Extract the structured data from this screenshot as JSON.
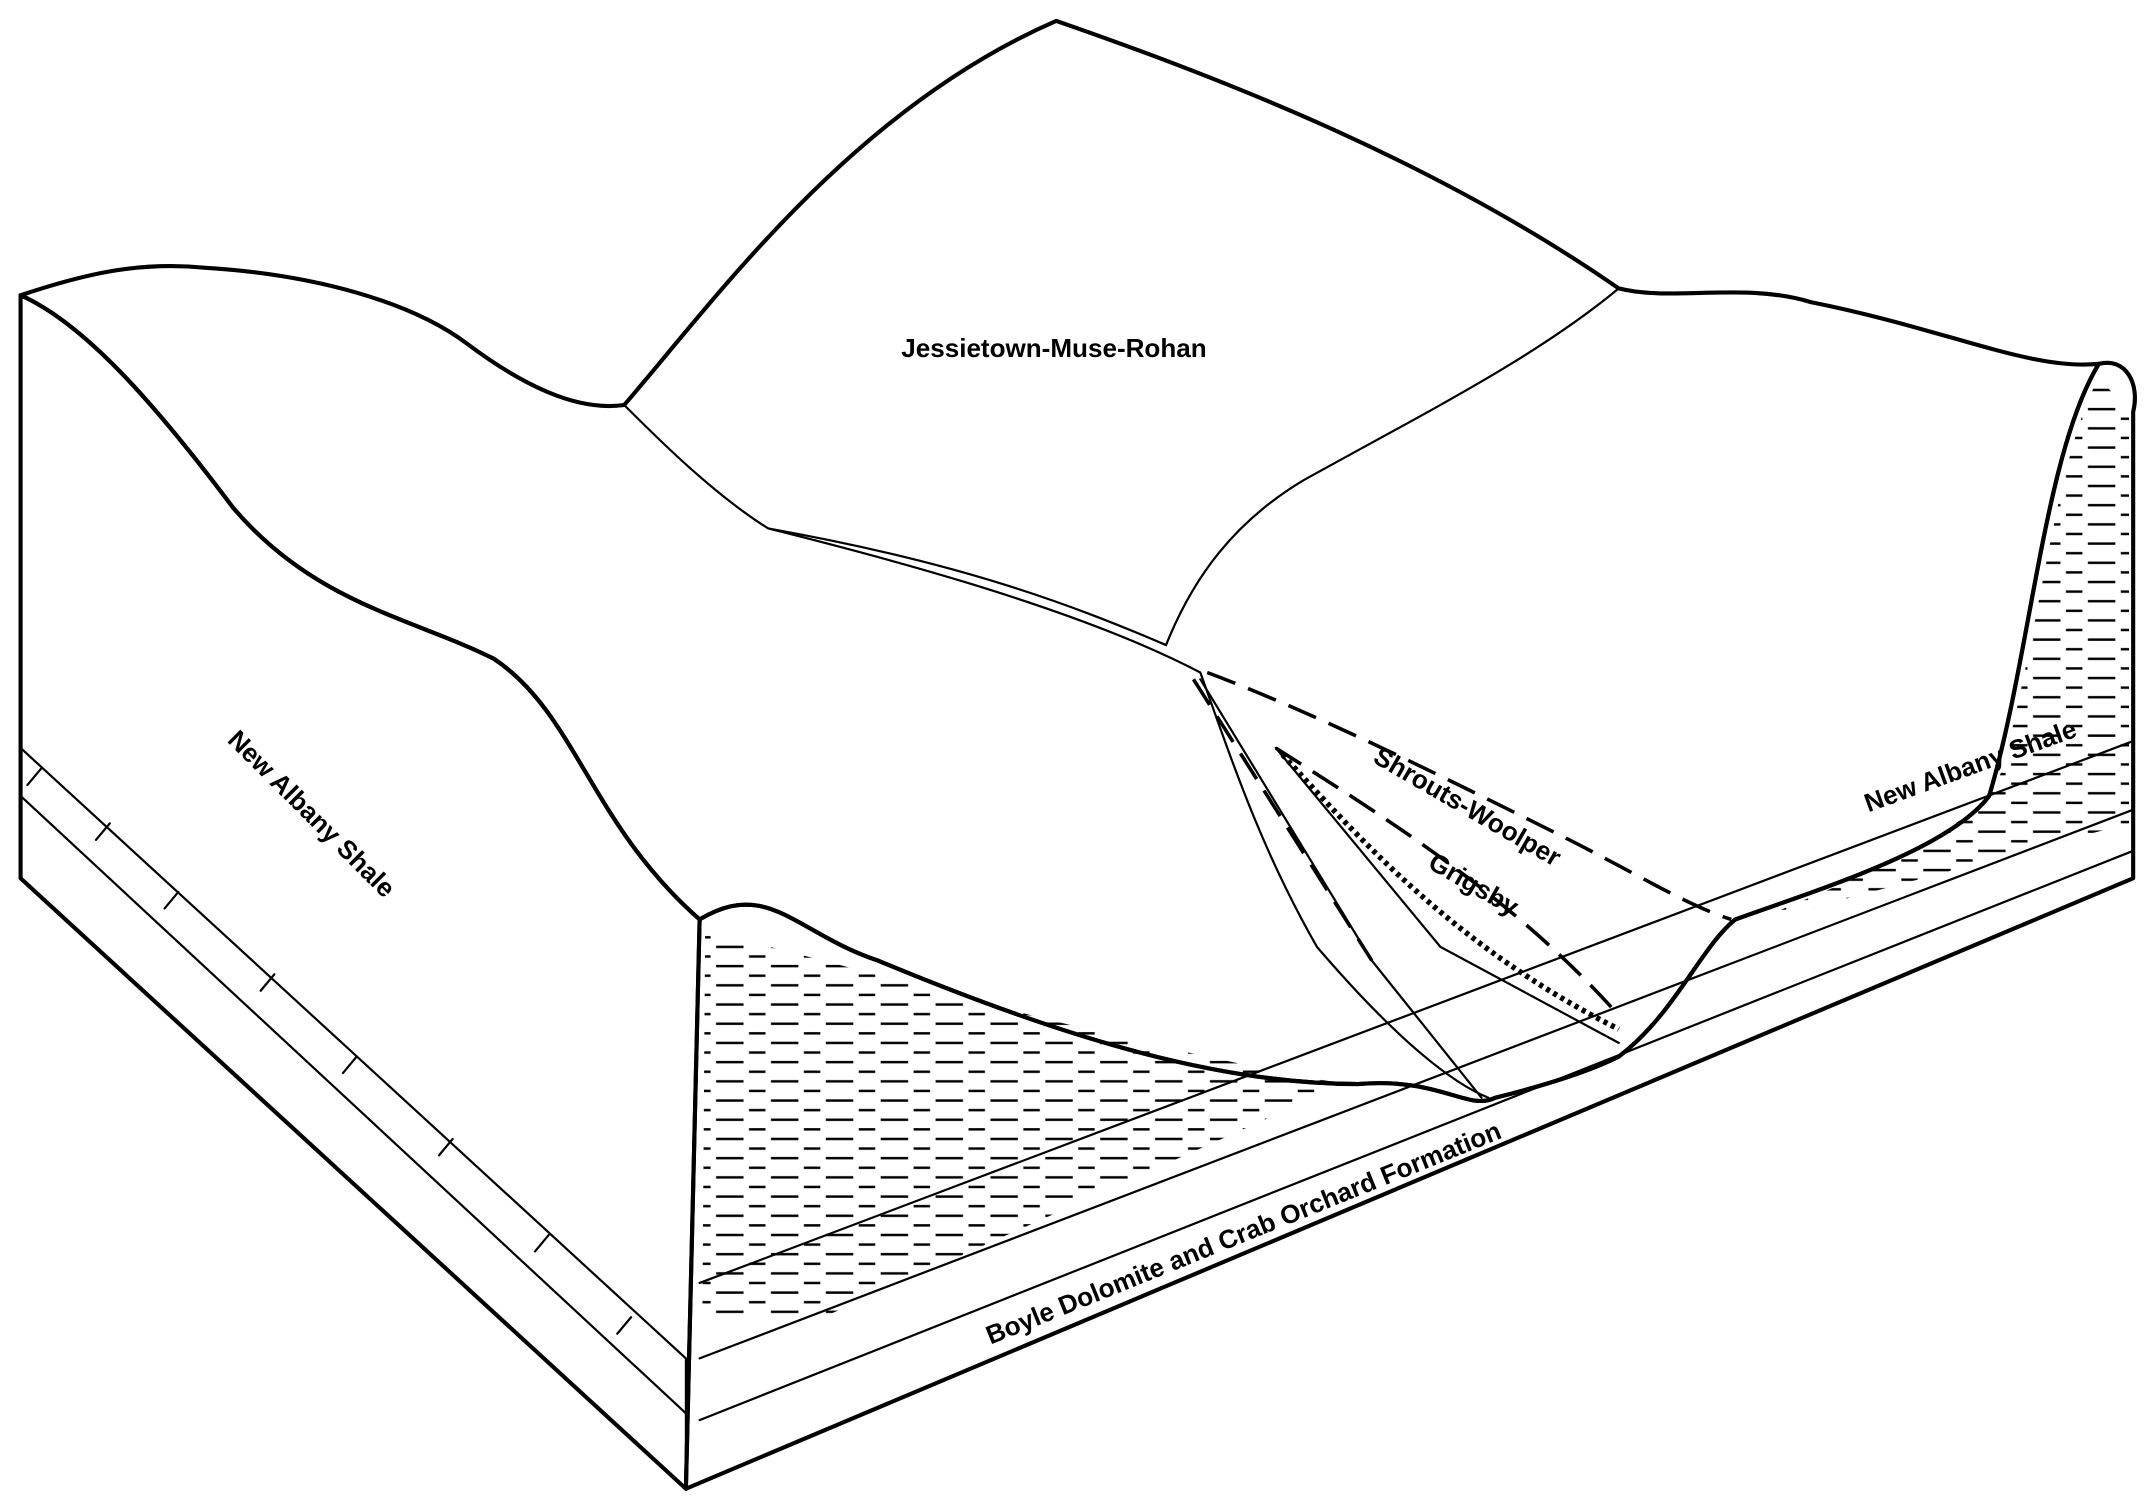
{
  "diagram": {
    "labels": {
      "upland_soil": "Jessietown-Muse-Rohan",
      "left_bedrock": "New Albany Shale",
      "right_bedrock": "New Albany Shale",
      "slope_soil": "Shrouts-Woolper",
      "floodplain_soil": "Grigsby",
      "base_bedrock": "Boyle Dolomite and Crab Orchard Formation"
    },
    "colors": {
      "ink": "#000000",
      "paper": "#ffffff"
    }
  }
}
